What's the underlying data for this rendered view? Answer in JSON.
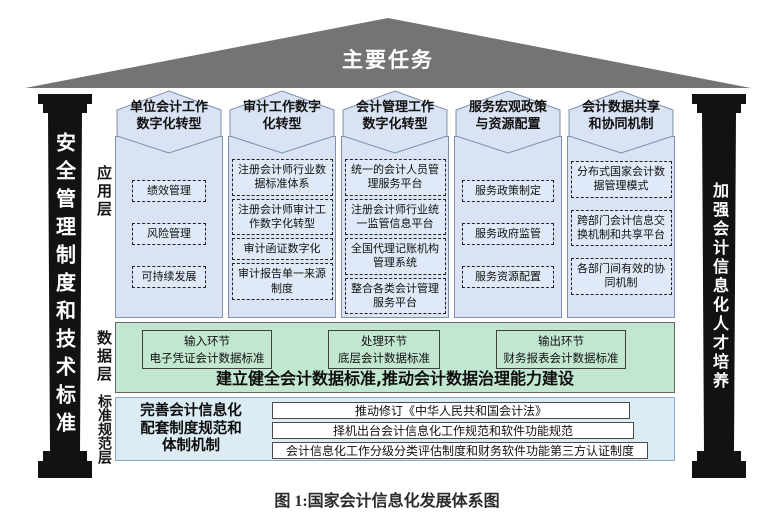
{
  "roof": {
    "title": "主要任务"
  },
  "pillars": {
    "left": "安全管理制度和技术标准",
    "right": "加强会计信息化人才培养"
  },
  "app_layer": {
    "label": "应用层",
    "columns": [
      {
        "header": "单位会计工作数字化转型",
        "items": [
          "绩效管理",
          "风险管理",
          "可持续发展"
        ]
      },
      {
        "header": "审计工作数字化转型",
        "items": [
          "注册会计师行业数据标准体系",
          "注册会计师审计工作数字化转型",
          "审计函证数字化",
          "审计报告单一来源制度"
        ]
      },
      {
        "header": "会计管理工作数字化转型",
        "items": [
          "统一的会计人员管理服务平台",
          "注册会计师行业统一监管信息平台",
          "全国代理记账机构管理系统",
          "整合各类会计管理服务平台"
        ]
      },
      {
        "header": "服务宏观政策与资源配置",
        "items": [
          "服务政策制定",
          "服务政府监管",
          "服务资源配置"
        ]
      },
      {
        "header": "会计数据共享和协同机制",
        "items": [
          "分布式国家会计数据管理模式",
          "跨部门会计信息交换机制和共享平台",
          "各部门间有效的协同机制"
        ]
      }
    ]
  },
  "data_layer": {
    "label": "数据层",
    "boxes": [
      {
        "stage": "输入环节",
        "standard": "电子凭证会计数据标准"
      },
      {
        "stage": "处理环节",
        "standard": "底层会计数据标准"
      },
      {
        "stage": "输出环节",
        "standard": "财务报表会计数据标准"
      }
    ],
    "slogan": "建立健全会计数据标准,推动会计数据治理能力建设"
  },
  "standards_layer": {
    "label": "标准规范层",
    "heading": "完善会计信息化配套制度规范和体制机制",
    "items": [
      "推动修订《中华人民共和国会计法》",
      "择机出台会计信息化工作规范和软件功能规范",
      "会计信息化工作分级分类评估制度和财务软件功能第三方认证制度"
    ]
  },
  "figure": {
    "caption": "图 1:国家会计信息化发展体系图"
  },
  "colors": {
    "roof_gray": "#747474",
    "pillar_black": "#121212",
    "app_fill": "#d9e3f3",
    "app_border": "#7e90ae",
    "data_green": "#c1e7d1",
    "standards_blue": "#dcecf5",
    "box_white": "#ffffff"
  }
}
